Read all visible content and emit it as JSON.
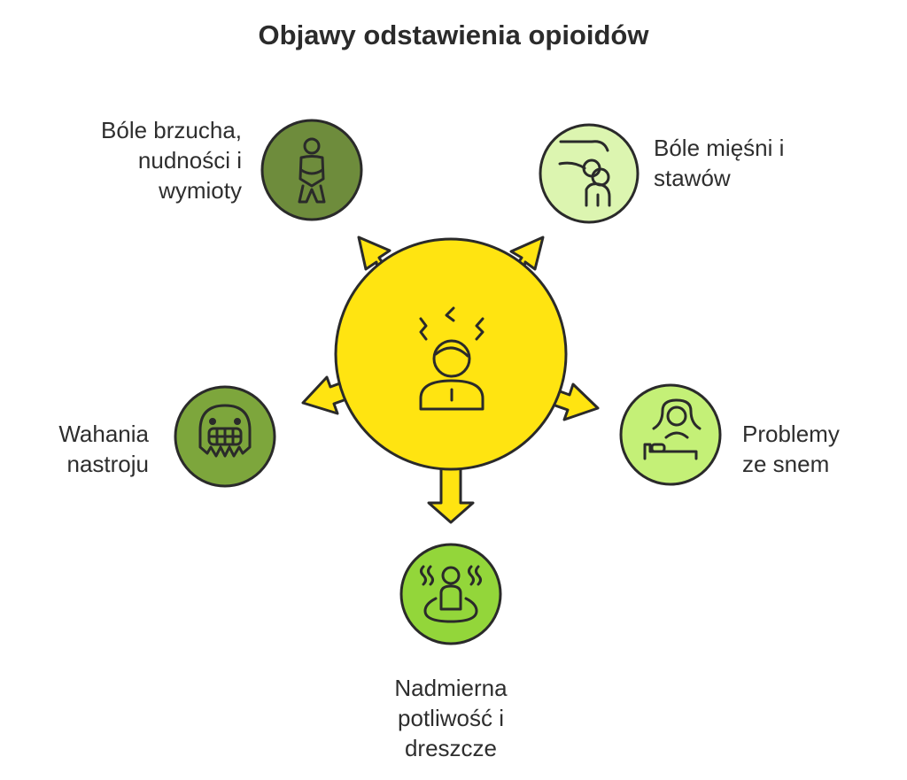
{
  "title": "Objawy odstawienia opioidów",
  "center": {
    "icon": "angry-person-icon",
    "color": "#ffe411"
  },
  "symptoms": [
    {
      "id": "stomach",
      "lines": [
        "Bóle brzucha,",
        "nudności i",
        "wymioty"
      ],
      "icon": "stomach-ache-person-icon",
      "color": "#6e8c3c"
    },
    {
      "id": "muscles",
      "lines": [
        "Bóle mięśni i",
        "stawów"
      ],
      "icon": "joint-pain-icon",
      "color": "#dcf5b0"
    },
    {
      "id": "mood",
      "lines": [
        "Wahania",
        "nastroju"
      ],
      "icon": "mood-swing-face-icon",
      "color": "#7da63c"
    },
    {
      "id": "sleep",
      "lines": [
        "Problemy",
        "ze snem"
      ],
      "icon": "sleep-problem-icon",
      "color": "#c4f077"
    },
    {
      "id": "sweat",
      "lines": [
        "Nadmierna",
        "potliwość i",
        "dreszcze"
      ],
      "icon": "sweating-person-icon",
      "color": "#93d63a"
    }
  ]
}
